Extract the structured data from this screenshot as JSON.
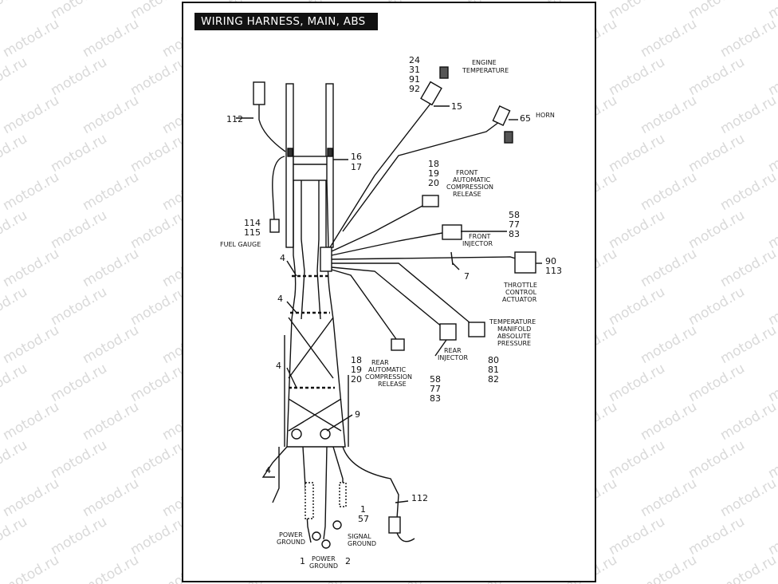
{
  "title": "WIRING HARNESS, MAIN, ABS",
  "watermark": "motod.ru",
  "callouts": {
    "c112_top": "112",
    "c114_115": [
      "114",
      "115"
    ],
    "fuel_gauge": "FUEL GAUGE",
    "c16_17": [
      "16",
      "17"
    ],
    "engine_temp_nums": [
      "24",
      "31",
      "91",
      "92"
    ],
    "engine_temp_label": [
      "ENGINE",
      "TEMPERATURE"
    ],
    "c15": "15",
    "c65": "65",
    "horn": "HORN",
    "front_acr_nums": [
      "18",
      "19",
      "20"
    ],
    "front_acr_label": [
      "FRONT",
      "AUTOMATIC",
      "COMPRESSION",
      "RELEASE"
    ],
    "front_inj_nums": [
      "58",
      "77",
      "83"
    ],
    "front_inj_label": [
      "FRONT",
      "INJECTOR"
    ],
    "c90_113": [
      "90",
      "113"
    ],
    "c7": "7",
    "tca_label": [
      "THROTTLE",
      "CONTROL",
      "ACTUATOR"
    ],
    "map_label": [
      "TEMPERATURE",
      "MANIFOLD",
      "ABSOLUTE",
      "PRESSURE"
    ],
    "map_nums": [
      "80",
      "81",
      "82"
    ],
    "rear_inj_label": [
      "REAR",
      "INJECTOR"
    ],
    "rear_inj_nums": [
      "58",
      "77",
      "83"
    ],
    "rear_acr_nums": [
      "18",
      "19",
      "20"
    ],
    "rear_acr_label": [
      "REAR",
      "AUTOMATIC",
      "COMPRESSION",
      "RELEASE"
    ],
    "c4": "4",
    "c9": "9",
    "c112_bottom": "112",
    "c1_57": [
      "1",
      "57"
    ],
    "power_ground_a": [
      "POWER",
      "GROUND"
    ],
    "signal_ground": [
      "SIGNAL",
      "GROUND"
    ],
    "c1": "1",
    "c2": "2",
    "power_ground_b": [
      "POWER",
      "GROUND"
    ]
  }
}
